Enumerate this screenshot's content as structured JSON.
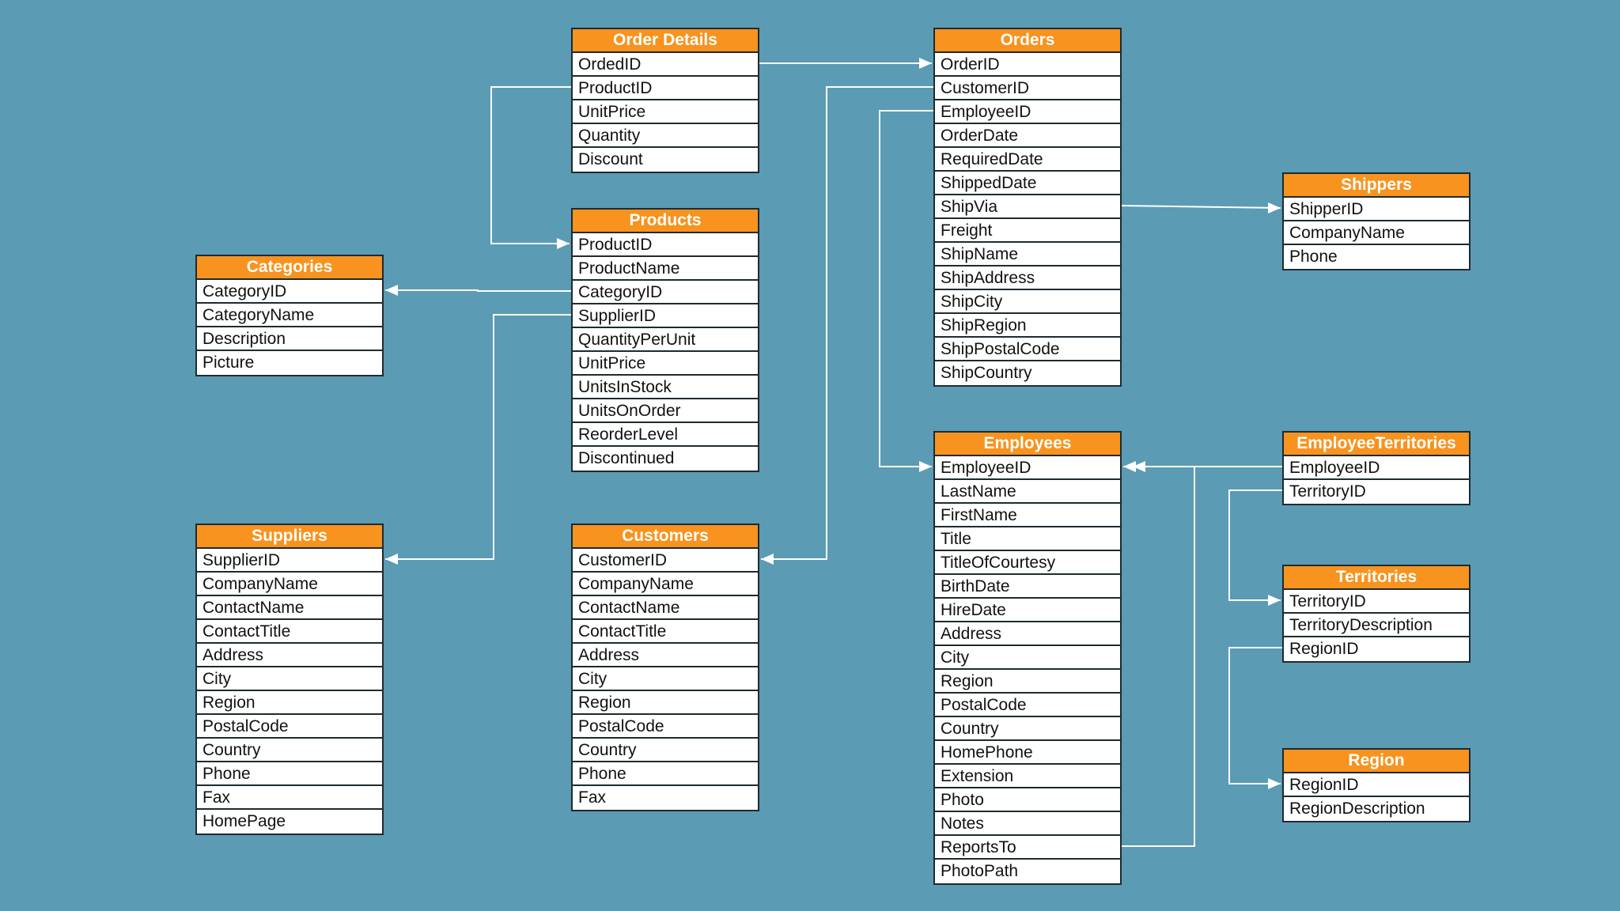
{
  "tables": [
    {
      "id": "order-details",
      "title": "Order Details",
      "fields": [
        "OrdedID",
        "ProductID",
        "UnitPrice",
        "Quantity",
        "Discount"
      ]
    },
    {
      "id": "orders",
      "title": "Orders",
      "fields": [
        "OrderID",
        "CustomerID",
        "EmployeeID",
        "OrderDate",
        "RequiredDate",
        "ShippedDate",
        "ShipVia",
        "Freight",
        "ShipName",
        "ShipAddress",
        "ShipCity",
        "ShipRegion",
        "ShipPostalCode",
        "ShipCountry"
      ]
    },
    {
      "id": "shippers",
      "title": "Shippers",
      "fields": [
        "ShipperID",
        "CompanyName",
        "Phone"
      ]
    },
    {
      "id": "products",
      "title": "Products",
      "fields": [
        "ProductID",
        "ProductName",
        "CategoryID",
        "SupplierID",
        "QuantityPerUnit",
        "UnitPrice",
        "UnitsInStock",
        "UnitsOnOrder",
        "ReorderLevel",
        "Discontinued"
      ]
    },
    {
      "id": "categories",
      "title": "Categories",
      "fields": [
        "CategoryID",
        "CategoryName",
        "Description",
        "Picture"
      ]
    },
    {
      "id": "suppliers",
      "title": "Suppliers",
      "fields": [
        "SupplierID",
        "CompanyName",
        "ContactName",
        "ContactTitle",
        "Address",
        "City",
        "Region",
        "PostalCode",
        "Country",
        "Phone",
        "Fax",
        "HomePage"
      ]
    },
    {
      "id": "customers",
      "title": "Customers",
      "fields": [
        "CustomerID",
        "CompanyName",
        "ContactName",
        "ContactTitle",
        "Address",
        "City",
        "Region",
        "PostalCode",
        "Country",
        "Phone",
        "Fax"
      ]
    },
    {
      "id": "employees",
      "title": "Employees",
      "fields": [
        "EmployeeID",
        "LastName",
        "FirstName",
        "Title",
        "TitleOfCourtesy",
        "BirthDate",
        "HireDate",
        "Address",
        "City",
        "Region",
        "PostalCode",
        "Country",
        "HomePhone",
        "Extension",
        "Photo",
        "Notes",
        "ReportsTo",
        "PhotoPath"
      ]
    },
    {
      "id": "employee-territories",
      "title": "EmployeeTerritories",
      "fields": [
        "EmployeeID",
        "TerritoryID"
      ]
    },
    {
      "id": "territories",
      "title": "Territories",
      "fields": [
        "TerritoryID",
        "TerritoryDescription",
        "RegionID"
      ]
    },
    {
      "id": "region",
      "title": "Region",
      "fields": [
        "RegionID",
        "RegionDescription"
      ]
    }
  ],
  "colors": {
    "background": "#5b9bb4",
    "header": "#f7931e",
    "border": "#1e2a30",
    "line": "#ffffff"
  }
}
